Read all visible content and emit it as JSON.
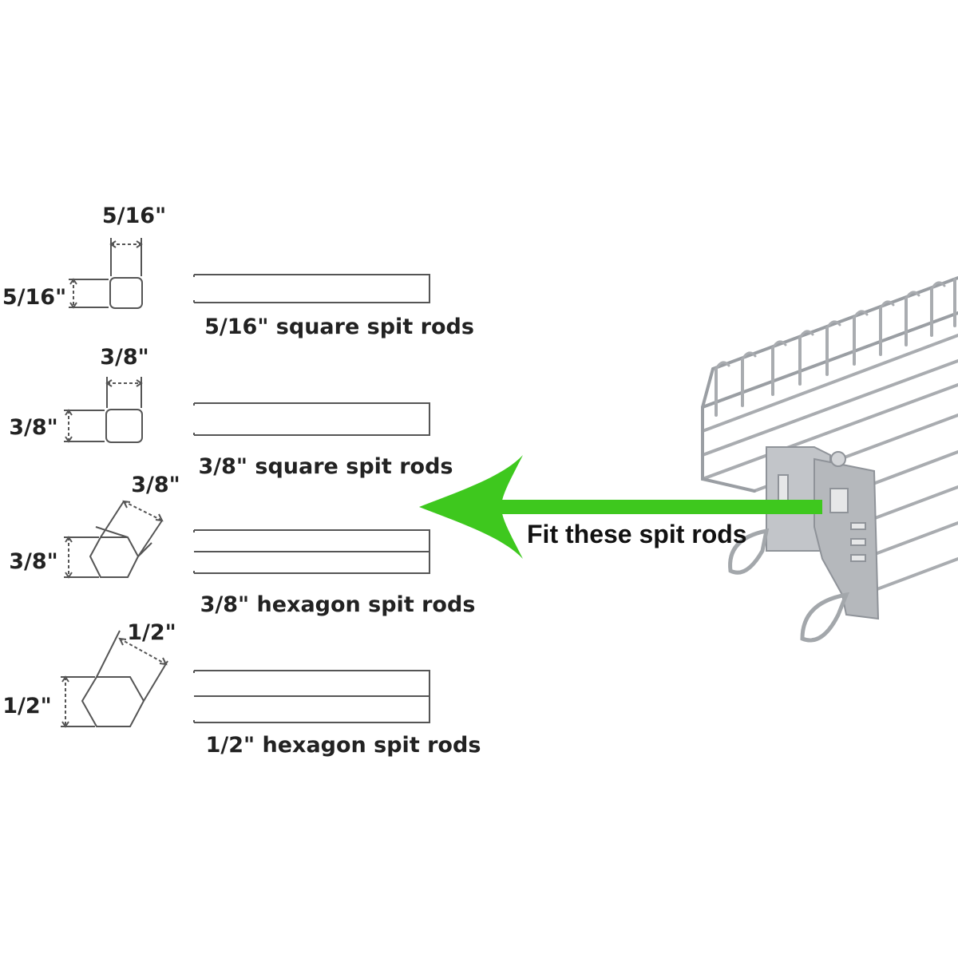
{
  "rods": [
    {
      "shape": "square",
      "width_label": "5/16\"",
      "height_label": "5/16\"",
      "caption": "5/16\" square spit rods"
    },
    {
      "shape": "square",
      "width_label": "3/8\"",
      "height_label": "3/8\"",
      "caption": "3/8\" square spit rods"
    },
    {
      "shape": "hexagon",
      "width_label": "3/8\"",
      "height_label": "3/8\"",
      "caption": "3/8\" hexagon spit rods"
    },
    {
      "shape": "hexagon",
      "width_label": "1/2\"",
      "height_label": "1/2\"",
      "caption": "1/2\" hexagon spit rods"
    }
  ],
  "callout": {
    "text": "Fit these spit rods",
    "arrow_color": "#3ec81e"
  },
  "colors": {
    "line": "#555555",
    "text": "#222222",
    "metal": "#a9acb0"
  },
  "icons": {
    "product": "rotisserie-basket-icon",
    "arrow": "left-arrow-icon"
  }
}
